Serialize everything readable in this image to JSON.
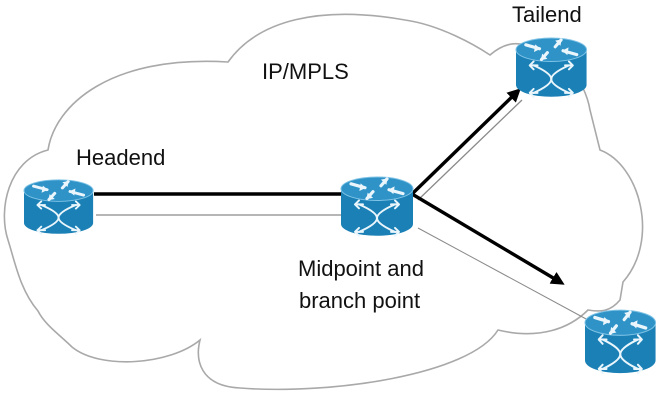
{
  "diagram": {
    "title": "IP/MPLS point-to-multipoint LSP",
    "network_label": "IP/MPLS",
    "colors": {
      "router_body": "#1a80b6",
      "router_top": "#3b9dcf",
      "router_glyph": "#e8f4fb",
      "cloud_outline": "#a9a9a9",
      "lsp_path": "#000000",
      "physical_link": "#8a8a8a"
    },
    "nodes": [
      {
        "id": "headend",
        "label": "Headend",
        "icon": "router-icon"
      },
      {
        "id": "midpoint",
        "label_lines": [
          "Midpoint and",
          "branch point"
        ],
        "icon": "router-icon"
      },
      {
        "id": "tailend",
        "label": "Tailend",
        "icon": "router-icon"
      },
      {
        "id": "tailend2",
        "label": "",
        "icon": "router-icon"
      }
    ],
    "links": [
      {
        "from": "headend",
        "to": "midpoint",
        "type": "physical"
      },
      {
        "from": "midpoint",
        "to": "tailend",
        "type": "physical"
      },
      {
        "from": "midpoint",
        "to": "tailend2",
        "type": "physical"
      }
    ],
    "lsp_paths": [
      {
        "from": "headend",
        "to": "midpoint",
        "arrow": false
      },
      {
        "from": "midpoint",
        "to": "tailend",
        "arrow": true
      },
      {
        "from": "midpoint",
        "to": "tailend2",
        "arrow": true
      }
    ]
  }
}
